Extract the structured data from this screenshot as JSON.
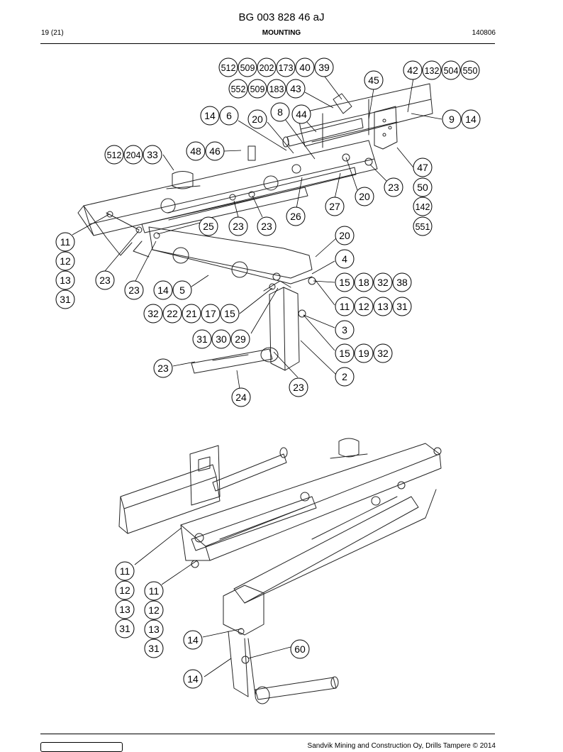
{
  "header": {
    "doc_title": "BG 003 828 46 aJ",
    "page": "19 (21)",
    "section": "MOUNTING",
    "date": "140806"
  },
  "footer": {
    "copyright": "Sandvik Mining and Construction Oy, Drills Tampere © 2014"
  },
  "upper_view": {
    "callouts": [
      {
        "labels": [
          "512",
          "509",
          "202",
          "173",
          "40",
          "39"
        ]
      },
      {
        "labels": [
          "552",
          "509",
          "183",
          "43"
        ]
      },
      {
        "labels": [
          "42",
          "132",
          "504",
          "550"
        ]
      },
      {
        "labels": [
          "45"
        ]
      },
      {
        "labels": [
          "14",
          "6"
        ]
      },
      {
        "labels": [
          "20"
        ]
      },
      {
        "labels": [
          "8"
        ]
      },
      {
        "labels": [
          "44"
        ]
      },
      {
        "labels": [
          "9",
          "14"
        ]
      },
      {
        "labels": [
          "48",
          "46"
        ]
      },
      {
        "labels": [
          "512",
          "204",
          "33"
        ]
      },
      {
        "labels": [
          "47"
        ]
      },
      {
        "labels": [
          "23"
        ]
      },
      {
        "labels": [
          "50"
        ]
      },
      {
        "labels": [
          "20"
        ]
      },
      {
        "labels": [
          "142"
        ]
      },
      {
        "labels": [
          "27"
        ]
      },
      {
        "labels": [
          "26"
        ]
      },
      {
        "labels": [
          "551"
        ]
      },
      {
        "labels": [
          "25"
        ]
      },
      {
        "labels": [
          "23"
        ]
      },
      {
        "labels": [
          "23"
        ]
      },
      {
        "labels": [
          "20"
        ]
      },
      {
        "labels": [
          "11",
          "12",
          "13",
          "31"
        ]
      },
      {
        "labels": [
          "4"
        ]
      },
      {
        "labels": [
          "23"
        ]
      },
      {
        "labels": [
          "15",
          "18",
          "32",
          "38"
        ]
      },
      {
        "labels": [
          "23"
        ]
      },
      {
        "labels": [
          "14",
          "5"
        ]
      },
      {
        "labels": [
          "11",
          "12",
          "13",
          "31"
        ]
      },
      {
        "labels": [
          "32",
          "22",
          "21",
          "17",
          "15"
        ]
      },
      {
        "labels": [
          "3"
        ]
      },
      {
        "labels": [
          "31",
          "30",
          "29"
        ]
      },
      {
        "labels": [
          "15",
          "19",
          "32"
        ]
      },
      {
        "labels": [
          "23"
        ]
      },
      {
        "labels": [
          "2"
        ]
      },
      {
        "labels": [
          "23"
        ]
      },
      {
        "labels": [
          "24"
        ]
      }
    ]
  },
  "lower_view": {
    "callouts": [
      {
        "labels": [
          "11",
          "12",
          "13",
          "31"
        ]
      },
      {
        "labels": [
          "11",
          "12",
          "13",
          "31"
        ]
      },
      {
        "labels": [
          "14"
        ]
      },
      {
        "labels": [
          "60"
        ]
      },
      {
        "labels": [
          "14"
        ]
      }
    ]
  }
}
